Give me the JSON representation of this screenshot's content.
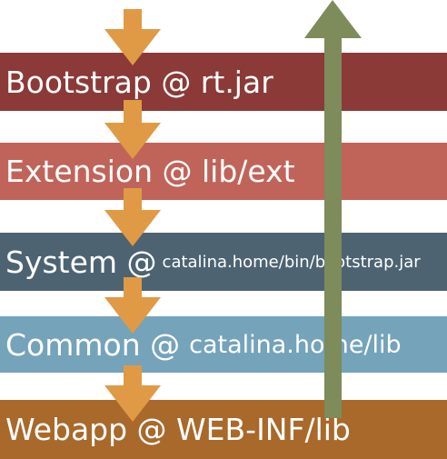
{
  "bands": [
    {
      "main": "Bootstrap @ rt.jar",
      "sub": ""
    },
    {
      "main": "Extension @ lib/ext",
      "sub": ""
    },
    {
      "main": "System @",
      "sub": "catalina.home/bin/bootstrap.jar"
    },
    {
      "main": "Common @",
      "sub": "catalina.home/lib"
    },
    {
      "main": "Webapp @ WEB-INF/lib",
      "sub": ""
    }
  ],
  "colors": {
    "bootstrap": "#8b3a37",
    "extension": "#c0645a",
    "system": "#4d6372",
    "common": "#74a3ba",
    "webapp": "#a8692a",
    "down_arrow": "#e09a45",
    "up_arrow": "#7e8b5a"
  },
  "icons": {
    "down_arrows": "arrow-down-icon",
    "up_arrow": "arrow-up-icon"
  }
}
